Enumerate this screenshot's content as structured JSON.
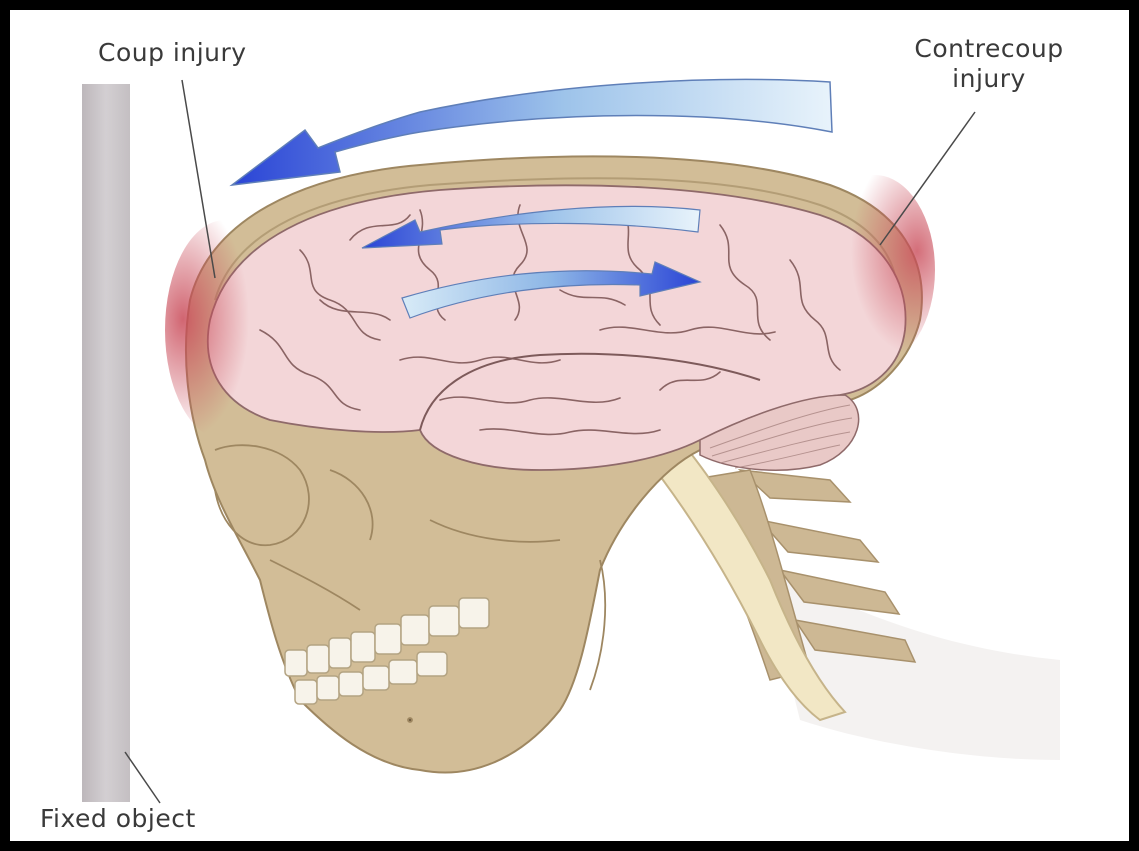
{
  "labels": {
    "coup": "Coup injury",
    "contrecoup_line1": "Contrecoup",
    "contrecoup_line2": "injury",
    "fixed_object": "Fixed object"
  },
  "colors": {
    "frame": "#000000",
    "bone": "#d2bd97",
    "brain": "#f3d6d8",
    "bruise": "#cf5a66",
    "arrow": "#2c4fd8",
    "fixed_object": "#c7c2c6",
    "spine": "#f2e7c5"
  }
}
